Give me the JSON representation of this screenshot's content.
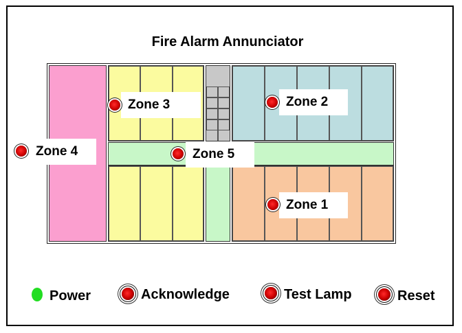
{
  "panel": {
    "title": "Fire Alarm Annunciator"
  },
  "zones": {
    "zone1": {
      "label": "Zone 1",
      "color": "#f9c79f"
    },
    "zone2": {
      "label": "Zone 2",
      "color": "#bcdde0"
    },
    "zone3": {
      "label": "Zone 3",
      "color": "#fbfb9f"
    },
    "zone4": {
      "label": "Zone 4",
      "color": "#fb9fcf"
    },
    "zone5": {
      "label": "Zone 5",
      "color": "#c8f7c8"
    },
    "stairwell_color": "#c8c8c8"
  },
  "controls": {
    "power": {
      "label": "Power",
      "indicator_color": "#22dd22",
      "icon": "power-led-icon"
    },
    "acknowledge": {
      "label": "Acknowledge",
      "icon": "acknowledge-button-icon"
    },
    "test_lamp": {
      "label": "Test Lamp",
      "icon": "test-lamp-button-icon"
    },
    "reset": {
      "label": "Reset",
      "icon": "reset-button-icon"
    }
  },
  "alarm_led_color": "#cc0000"
}
